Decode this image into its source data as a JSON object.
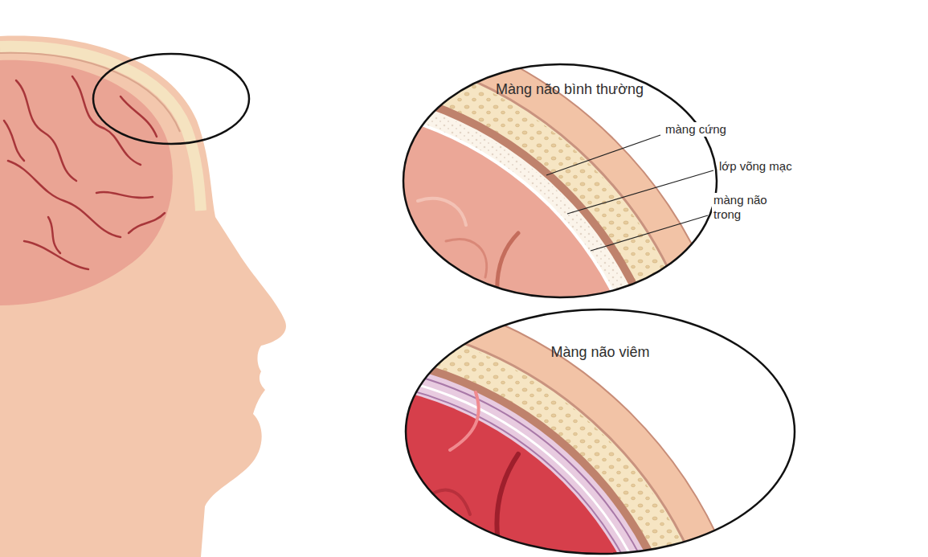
{
  "diagram": {
    "nodes": [
      {
        "text": [
          "Màng não bình thường"
        ]
      },
      {
        "text": [
          "Màng não viêm"
        ]
      }
    ],
    "labels": [
      "màng cứng",
      "lớp võng mạc",
      "màng não trong"
    ]
  }
}
